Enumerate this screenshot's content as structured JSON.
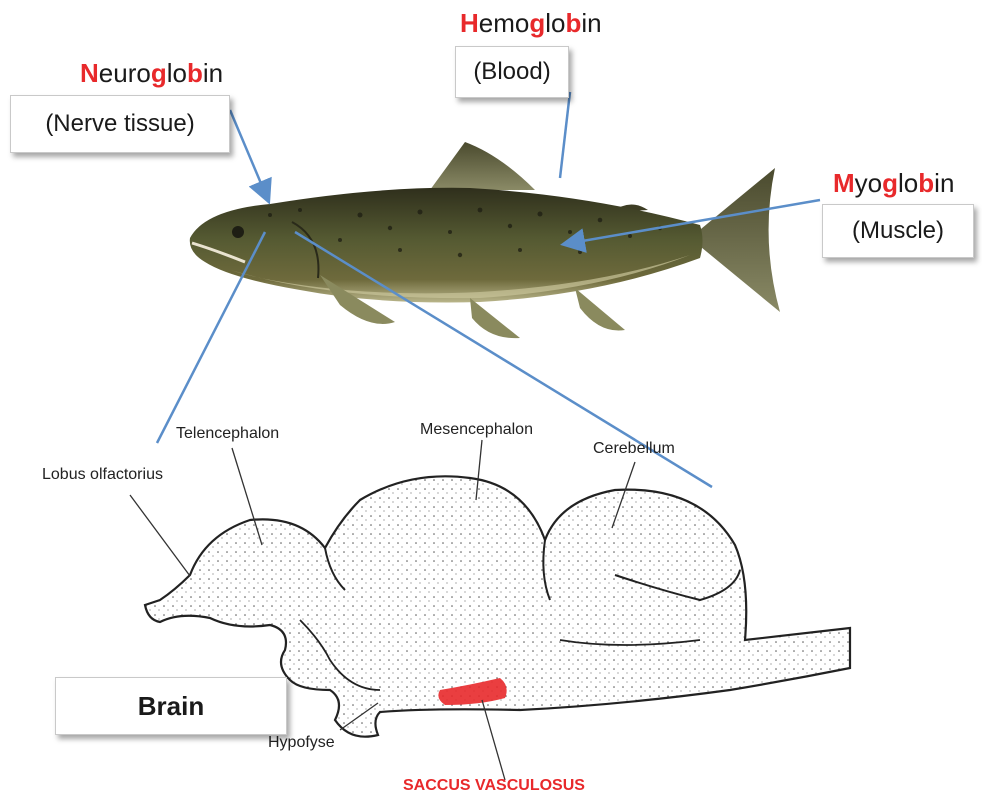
{
  "labels": {
    "neuroglobin": {
      "p1": "N",
      "p2": "euro",
      "p3": "g",
      "p4": "lo",
      "p5": "b",
      "p6": "in",
      "tissue": "(Nerve tissue)"
    },
    "hemoglobin": {
      "p1": "H",
      "p2": "emo",
      "p3": "g",
      "p4": "lo",
      "p5": "b",
      "p6": "in",
      "tissue": "(Blood)"
    },
    "myoglobin": {
      "p1": "M",
      "p2": "yo",
      "p3": "g",
      "p4": "lo",
      "p5": "b",
      "p6": "in",
      "tissue": "(Muscle)"
    }
  },
  "brain": {
    "box_label": "Brain",
    "parts": [
      "Lobus olfactorius",
      "Telencephalon",
      "Mesencephalon",
      "Cerebellum",
      "Hypofyse"
    ],
    "highlight": "SACCUS VASCULOSUS"
  },
  "colors": {
    "accent": "#e8292b",
    "arrow": "#5b8ec9",
    "fish_body": "#4e5230"
  }
}
